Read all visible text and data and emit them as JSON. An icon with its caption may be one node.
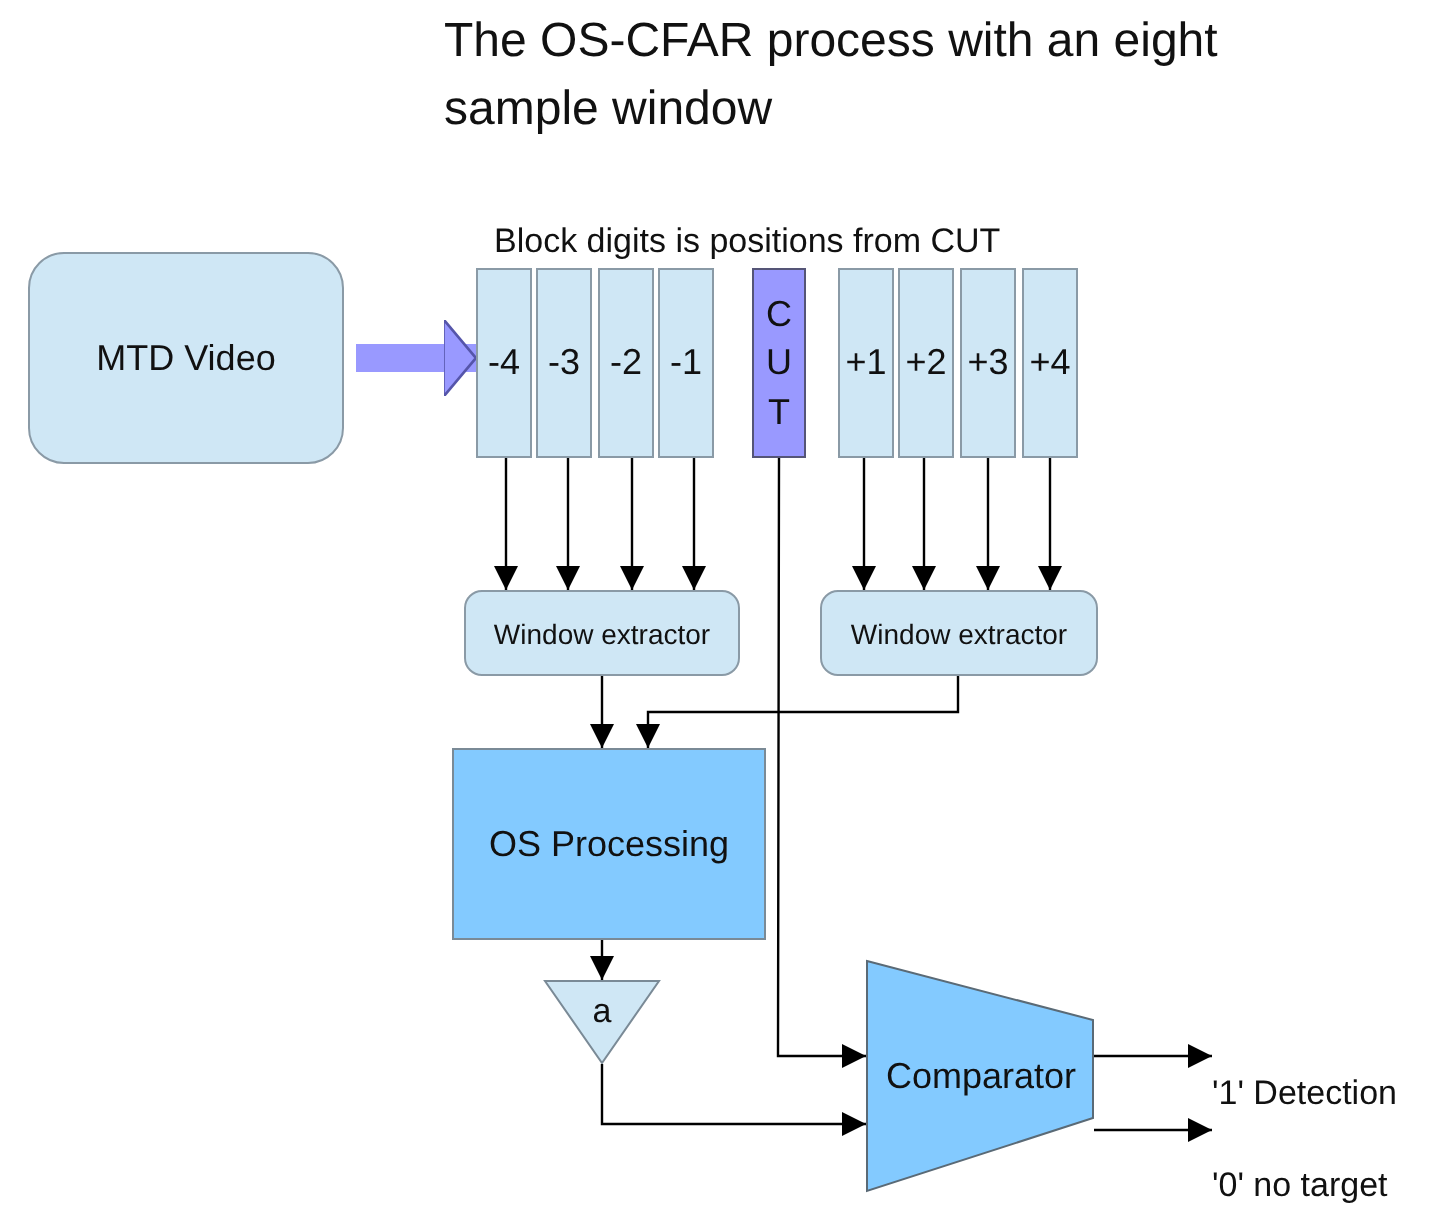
{
  "diagram": {
    "title": "The OS-CFAR process with an eight sample window",
    "nodes": [
      {
        "text": [
          "MTD Video"
        ]
      },
      {
        "text": [
          "-4"
        ]
      },
      {
        "text": [
          "-3"
        ]
      },
      {
        "text": [
          "-2"
        ]
      },
      {
        "text": [
          "-1"
        ]
      },
      {
        "text": [
          "CUT"
        ]
      },
      {
        "text": [
          "+1"
        ]
      },
      {
        "text": [
          "+2"
        ]
      },
      {
        "text": [
          "+3"
        ]
      },
      {
        "text": [
          "+4"
        ]
      },
      {
        "text": [
          "Window extractor"
        ]
      },
      {
        "text": [
          "Window extractor"
        ]
      },
      {
        "text": [
          "OS Processing"
        ]
      },
      {
        "text": [
          "a"
        ]
      },
      {
        "text": [
          "Comparator"
        ]
      },
      {
        "text": [
          "'1' Detection"
        ]
      },
      {
        "text": [
          "'0' no target"
        ]
      }
    ],
    "edges": [
      {
        "from": 0,
        "to": 1,
        "arrow": "to",
        "style": "thick",
        "color": "#9999ff"
      },
      {
        "from": 1,
        "to": 10,
        "arrow": "to"
      },
      {
        "from": 2,
        "to": 10,
        "arrow": "to"
      },
      {
        "from": 3,
        "to": 10,
        "arrow": "to"
      },
      {
        "from": 4,
        "to": 10,
        "arrow": "to"
      },
      {
        "from": 6,
        "to": 11,
        "arrow": "to"
      },
      {
        "from": 7,
        "to": 11,
        "arrow": "to"
      },
      {
        "from": 8,
        "to": 11,
        "arrow": "to"
      },
      {
        "from": 9,
        "to": 11,
        "arrow": "to"
      },
      {
        "from": 10,
        "to": 12,
        "arrow": "to"
      },
      {
        "from": 11,
        "to": 12,
        "arrow": "to"
      },
      {
        "from": 5,
        "to": 14,
        "arrow": "to"
      },
      {
        "from": 12,
        "to": 13,
        "arrow": "to"
      },
      {
        "from": 13,
        "to": 14,
        "arrow": "to"
      },
      {
        "from": 14,
        "to": 15,
        "arrow": "to"
      },
      {
        "from": 14,
        "to": 16,
        "arrow": "to"
      }
    ],
    "labels": [
      "Block digits is positions from CUT"
    ]
  }
}
